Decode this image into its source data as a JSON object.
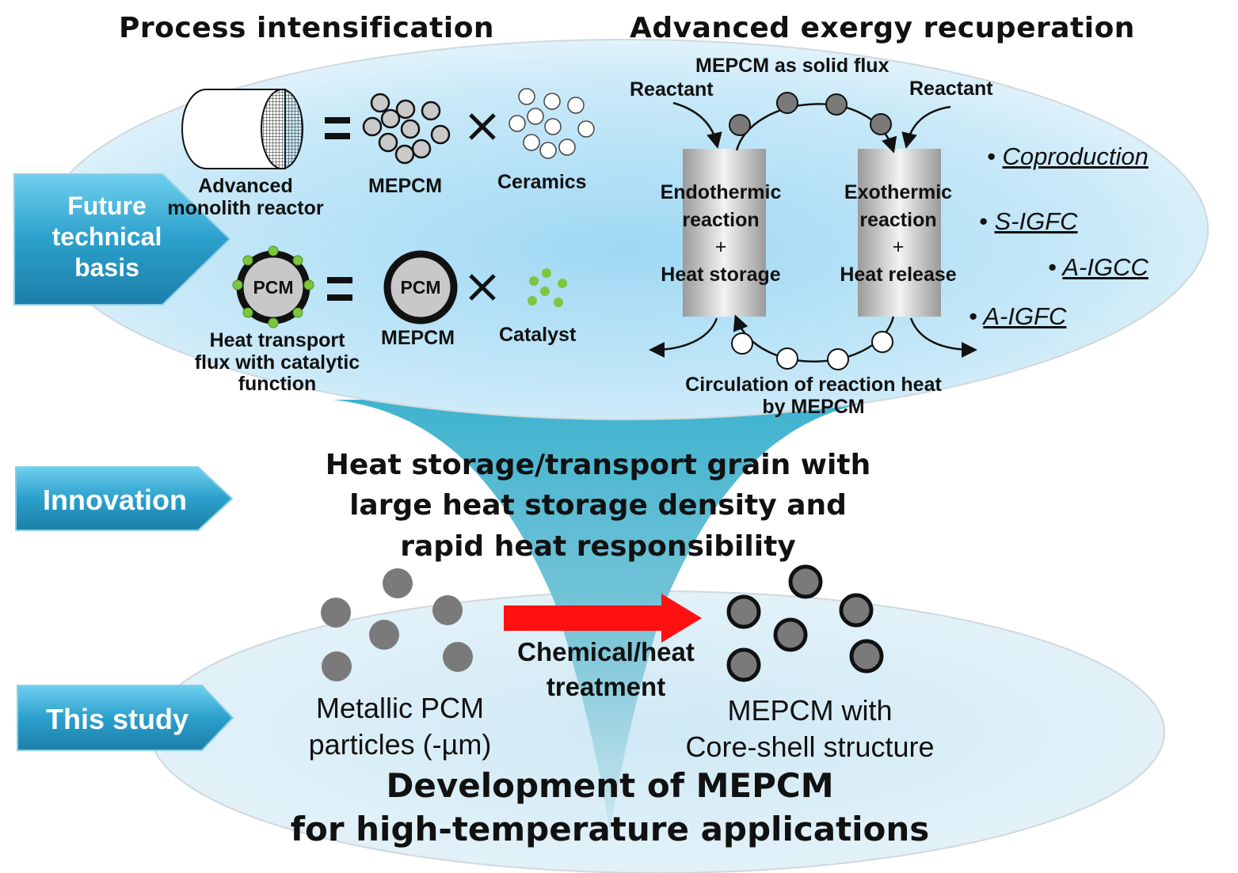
{
  "headings": {
    "process": "Process intensification",
    "exergy": "Advanced exergy recuperation"
  },
  "tabs": {
    "future": [
      "Future",
      "technical",
      "basis"
    ],
    "innovation": "Innovation",
    "this_study": "This study"
  },
  "process": {
    "reactor_label": [
      "Advanced",
      "monolith reactor"
    ],
    "mepcm_label": "MEPCM",
    "ceramics_label": "Ceramics",
    "pcm_text": "PCM",
    "flux_label": [
      "Heat transport",
      "flux with catalytic",
      "function"
    ],
    "mepcm_label2": "MEPCM",
    "catalyst_label": "Catalyst",
    "equals": "=",
    "times": "×"
  },
  "exergy": {
    "solid_flux": "MEPCM as solid flux",
    "reactant_left": "Reactant",
    "reactant_right": "Reactant",
    "endo": [
      "Endothermic",
      "reaction",
      "+",
      "Heat storage"
    ],
    "exo": [
      "Exothermic",
      "reaction",
      "+",
      "Heat release"
    ],
    "circulation": [
      "Circulation of reaction heat",
      "by MEPCM"
    ],
    "applications": [
      "Coproduction",
      "S-IGFC",
      "A-IGCC",
      "A-IGFC"
    ],
    "bullet": "•"
  },
  "innovation_text": [
    "Heat storage/transport grain with",
    "large heat storage density and",
    "rapid heat responsibility"
  ],
  "study": {
    "metallic": [
      "Metallic PCM",
      "particles (-µm)"
    ],
    "treatment": [
      "Chemical/heat",
      "treatment"
    ],
    "mepcm_core": [
      "MEPCM with",
      "Core-shell structure"
    ],
    "development": [
      "Development of MEPCM",
      "for high-temperature applications"
    ]
  },
  "colors": {
    "tab_blue": "#2a9ec9",
    "arrow_red": "#ff1111",
    "ellipse_light": "#e9f6fd",
    "ellipse_center": "#a9dcf5",
    "particle_gray": "#7a7a7a"
  }
}
